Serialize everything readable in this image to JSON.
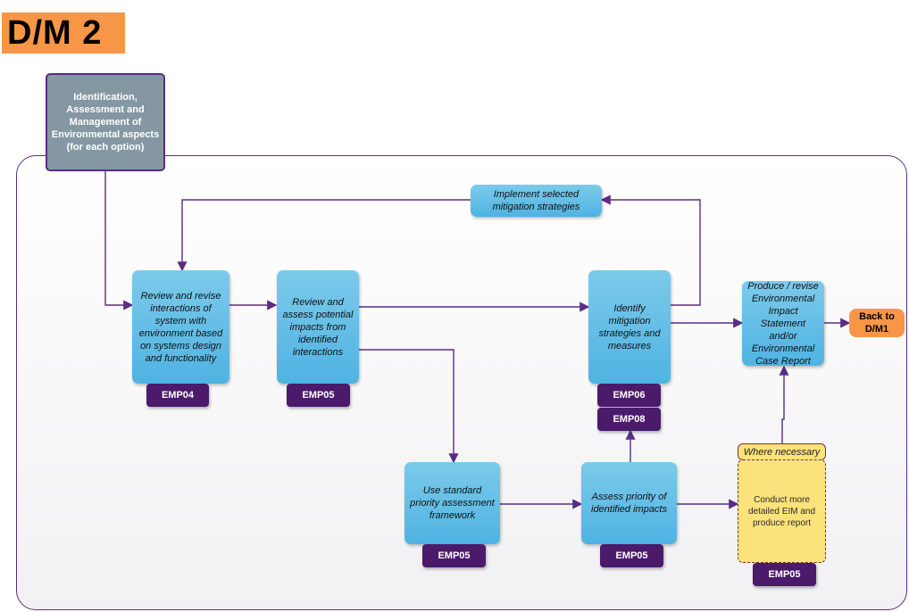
{
  "page": {
    "title": "D/M 2"
  },
  "nodes": {
    "start": "Identification, Assessment and Management of Environmental aspects (for each option)",
    "implement": "Implement selected mitigation strategies",
    "review_interactions": "Review and revise interactions of system with environment based on systems design and functionality",
    "review_impacts": "Review and assess potential impacts from identified interactions",
    "identify_mitigation": "Identify mitigation strategies and measures",
    "produce_eis": "Produce / revise Environmental Impact Statement and/or Environmental Case Report",
    "back": "Back to D/M1",
    "use_standard": "Use standard priority assessment framework",
    "assess_priority": "Assess priority of identified impacts",
    "where_necessary": "Where necessary",
    "conduct_eim": "Conduct more detailed EIM and produce report"
  },
  "tags": {
    "review_interactions": "EMP04",
    "review_impacts": "EMP05",
    "identify_mitigation_1": "EMP06",
    "identify_mitigation_2": "EMP08",
    "use_standard": "EMP05",
    "assess_priority": "EMP05",
    "conduct_eim": "EMP05"
  },
  "colors": {
    "accent": "#5b2c83",
    "process_fill": "#5bbde5",
    "tag_fill": "#4b1a6b",
    "title_fill": "#f79646",
    "highlight_fill": "#fbe27a",
    "start_fill": "#8497a3"
  }
}
